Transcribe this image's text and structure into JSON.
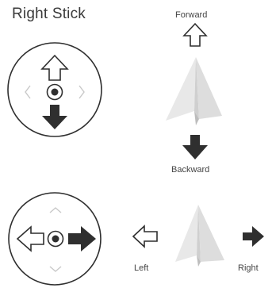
{
  "title": "Right Stick",
  "labels": {
    "forward": "Forward",
    "backward": "Backward",
    "left": "Left",
    "right": "Right"
  },
  "colors": {
    "outline": "#2f2f2f",
    "filled_arrow": "#2f2f2f",
    "faint_chevron": "#c8c8c8",
    "plane_light": "#e6e6e6",
    "plane_shadow": "#c9c9c9"
  },
  "icons": {
    "stick_up": [
      "arrow-up-outline-icon",
      "arrow-down-filled-icon"
    ],
    "stick_side": [
      "arrow-left-outline-icon",
      "arrow-right-filled-icon"
    ]
  }
}
